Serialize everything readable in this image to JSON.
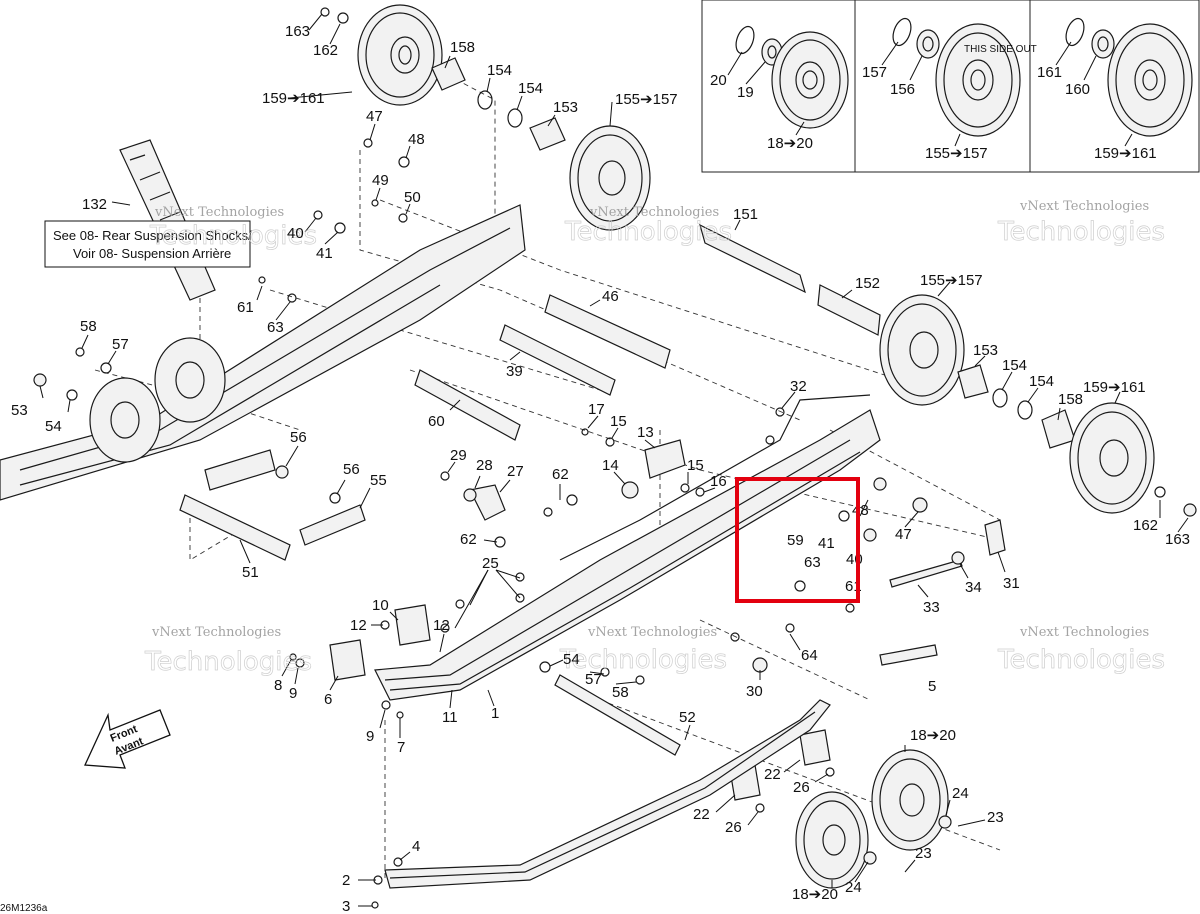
{
  "note": {
    "line1": "See 08- Rear Suspension Shocks/",
    "line2": "Voir 08- Suspension Arrière"
  },
  "front_label": {
    "line1": "Front",
    "line2": "Avant"
  },
  "drawing_code": "26M1236a",
  "watermark": {
    "line1": "vNext Technologies",
    "line2": "Technologies"
  },
  "inset_wheel_text": "THIS SIDE OUT",
  "callouts": {
    "c163a": "163",
    "c162a": "162",
    "c159a": "159➔161",
    "c158a": "158",
    "c154a": "154",
    "c154b": "154",
    "c153a": "153",
    "c155a": "155➔157",
    "c47a": "47",
    "c48a": "48",
    "c49": "49",
    "c50": "50",
    "c40a": "40",
    "c41a": "41",
    "c132": "132",
    "c151": "151",
    "c46": "46",
    "c61a": "61",
    "c63a": "63",
    "c39": "39",
    "c152": "152",
    "c155b": "155➔157",
    "c153b": "153",
    "c154c": "154",
    "c154d": "154",
    "c159b": "159➔161",
    "c158b": "158",
    "c58a": "58",
    "c57a": "57",
    "c53": "53",
    "c54a": "54",
    "c60": "60",
    "c32": "32",
    "c17": "17",
    "c15a": "15",
    "c13": "13",
    "c14": "14",
    "c15b": "15",
    "c16": "16",
    "c56a": "56",
    "c56b": "56",
    "c55": "55",
    "c29": "29",
    "c28": "28",
    "c27": "27",
    "c62a": "62",
    "c62b": "62",
    "c25": "25",
    "c48b": "48",
    "c41b": "41",
    "c59": "59",
    "c40b": "40",
    "c63b": "63",
    "c61b": "61",
    "c47b": "47",
    "c162b": "162",
    "c163b": "163",
    "c31": "31",
    "c34": "34",
    "c33": "33",
    "c51": "51",
    "c10": "10",
    "c12a": "12",
    "c12b": "12",
    "c64": "64",
    "c8": "8",
    "c9a": "9",
    "c6": "6",
    "c11": "11",
    "c1": "1",
    "c54b": "54",
    "c57b": "57",
    "c58b": "58",
    "c30": "30",
    "c5": "5",
    "c52": "52",
    "c9b": "9",
    "c7": "7",
    "c18a": "18➔20",
    "c24a": "24",
    "c23a": "23",
    "c22a": "22",
    "c26a": "26",
    "c22b": "22",
    "c26b": "26",
    "c4": "4",
    "c2": "2",
    "c3": "3",
    "c18b": "18➔20",
    "c24b": "24",
    "c23b": "23",
    "i20": "20",
    "i19": "19",
    "i18": "18➔20",
    "i157": "157",
    "i156": "156",
    "i155": "155➔157",
    "i161": "161",
    "i160": "160",
    "i159": "159➔161"
  }
}
